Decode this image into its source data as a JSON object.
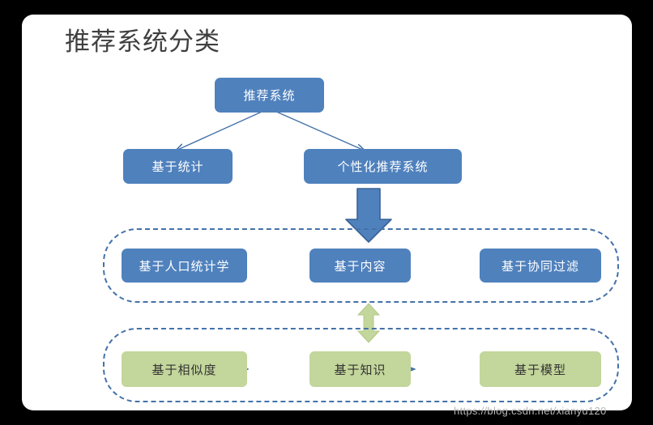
{
  "slide": {
    "title": "推荐系统分类",
    "background": "#ffffff",
    "page_background": "#000000"
  },
  "colors": {
    "blue_fill": "#4f81bd",
    "blue_line": "#4472a8",
    "green_fill": "#c3d69b",
    "green_arrow": "#c3d69b",
    "title_text": "#3f3f3f",
    "blue_text": "#ffffff",
    "green_text": "#333333",
    "watermark_text": "#b9b9b9"
  },
  "diagram": {
    "type": "hierarchy",
    "root": {
      "label": "推荐系统"
    },
    "level2": [
      {
        "label": "基于统计"
      },
      {
        "label": "个性化推荐系统"
      }
    ],
    "group_personalized": {
      "items": [
        {
          "label": "基于人口统计学"
        },
        {
          "label": "基于内容"
        },
        {
          "label": "基于协同过滤"
        }
      ]
    },
    "group_knowledge": {
      "items": [
        {
          "label": "基于相似度"
        },
        {
          "label": "基于知识"
        },
        {
          "label": "基于模型"
        }
      ]
    },
    "connectors": {
      "root_to_left": "arrow-down-left",
      "root_to_right": "arrow-down-right",
      "personalized_down": "big-arrow-down",
      "groups_link": "double-arrow-vertical",
      "sim_to_knowledge": "double-arrow-horizontal",
      "knowledge_to_model": "double-arrow-horizontal"
    }
  },
  "watermark": {
    "text": "https://blog.csdn.net/xianyu120"
  }
}
